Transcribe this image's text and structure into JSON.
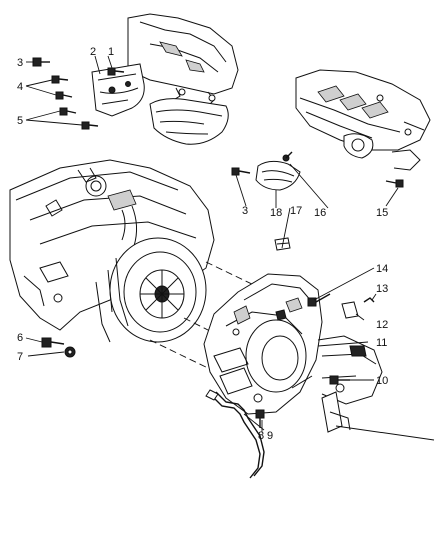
{
  "callouts": [
    {
      "id": "1",
      "label": "1"
    },
    {
      "id": "2",
      "label": "2"
    },
    {
      "id": "3a",
      "label": "3"
    },
    {
      "id": "3b",
      "label": "3"
    },
    {
      "id": "4",
      "label": "4"
    },
    {
      "id": "5",
      "label": "5"
    },
    {
      "id": "6",
      "label": "6"
    },
    {
      "id": "7",
      "label": "7"
    },
    {
      "id": "8",
      "label": "8"
    },
    {
      "id": "9",
      "label": "9"
    },
    {
      "id": "10",
      "label": "10"
    },
    {
      "id": "11",
      "label": "11"
    },
    {
      "id": "12",
      "label": "12"
    },
    {
      "id": "13",
      "label": "13"
    },
    {
      "id": "14",
      "label": "14"
    },
    {
      "id": "15",
      "label": "15"
    },
    {
      "id": "16",
      "label": "16"
    },
    {
      "id": "17",
      "label": "17"
    },
    {
      "id": "18",
      "label": "18"
    }
  ]
}
